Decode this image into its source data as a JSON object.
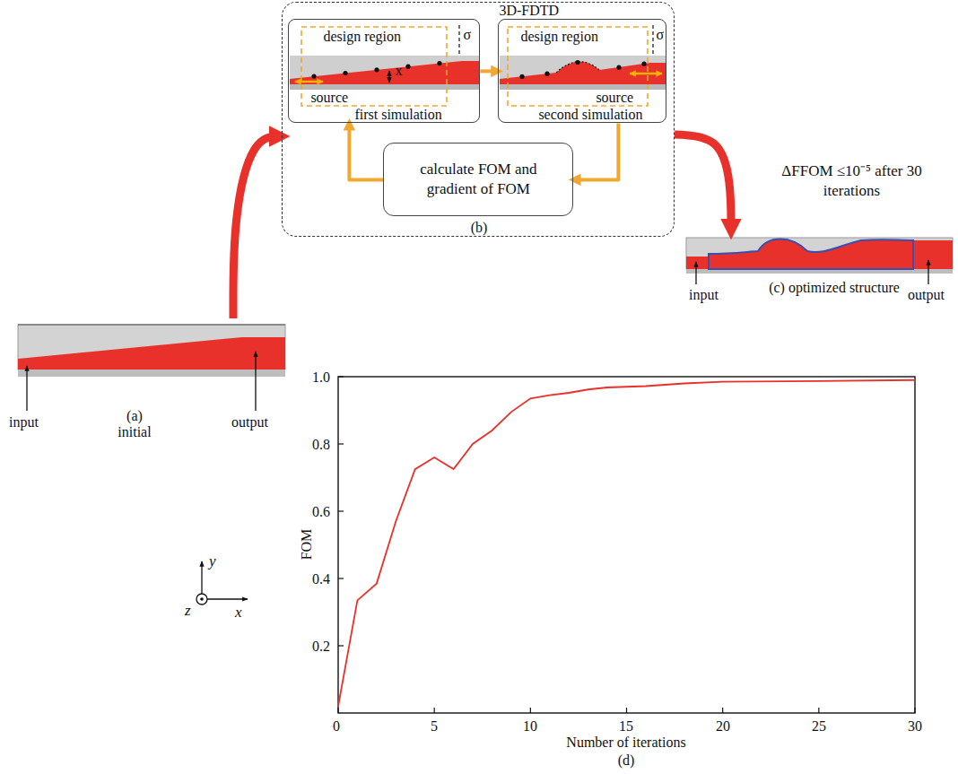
{
  "diagram": {
    "nodes": [
      {
        "text": [
          "(b)"
        ]
      },
      {
        "text": [
          "design region",
          "x",
          "σ",
          "source",
          "first simulation"
        ],
        "in": 0
      },
      {
        "text": [
          "3D-FDTD",
          "design region",
          "σ",
          "source",
          "second simulation"
        ],
        "in": 0
      },
      {
        "text": [
          "calculate FOM and gradient of FOM"
        ],
        "in": 0
      },
      {
        "text": [
          "input",
          "(a) initial",
          "output"
        ]
      },
      {
        "text": [
          "input",
          "(c) optimized structure",
          "output"
        ]
      }
    ],
    "edges": [
      {
        "from": 4,
        "to": 0,
        "arrow": "to"
      },
      {
        "from": 0,
        "to": 5,
        "arrow": "to",
        "label": "ΔFFOM ≤10⁻⁵ after 30 iterations"
      },
      {
        "from": 1,
        "to": 2,
        "arrow": "to"
      },
      {
        "from": 2,
        "to": 3,
        "arrow": "to"
      },
      {
        "from": 3,
        "to": 1,
        "arrow": "to"
      }
    ],
    "labels": [
      "1.0",
      "0.8",
      "0.6",
      "0.4",
      "0.2",
      "0",
      "5",
      "10",
      "15",
      "20",
      "25",
      "30",
      "FOM",
      "Number of iterations",
      "(d)",
      "y",
      "z",
      "x"
    ]
  }
}
